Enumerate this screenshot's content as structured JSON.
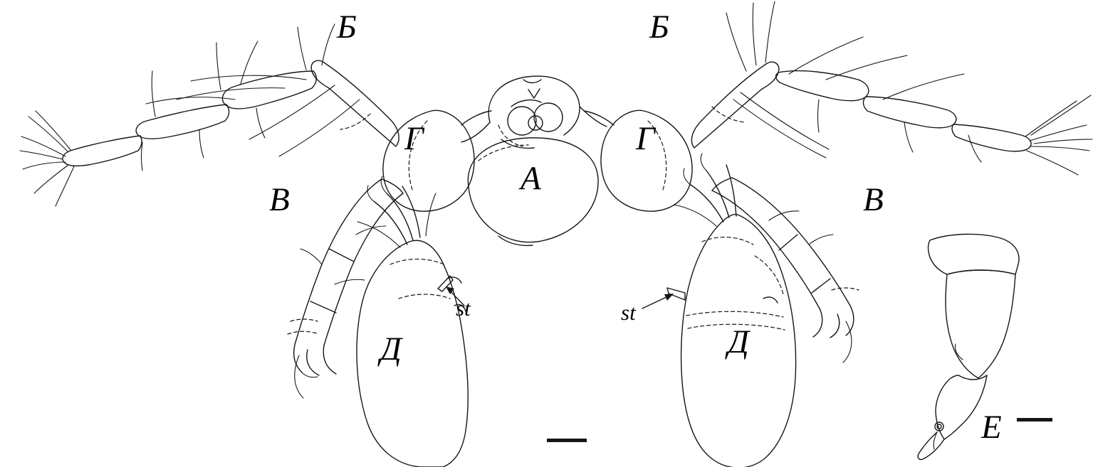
{
  "figure": {
    "type": "scientific-line-drawing",
    "subject": "mite-anatomy-plate",
    "colors": {
      "ink": "#161616",
      "background": "#ffffff"
    },
    "labels": {
      "a": "А",
      "b_left": "Б",
      "b_right": "Б",
      "v_left": "В",
      "v_right": "В",
      "g_left": "Г",
      "g_right": "Г",
      "d_left": "Д",
      "d_right": "Д",
      "e": "Е",
      "st_left": "st",
      "st_right": "st"
    },
    "scale_bars": {
      "count": 2
    }
  }
}
